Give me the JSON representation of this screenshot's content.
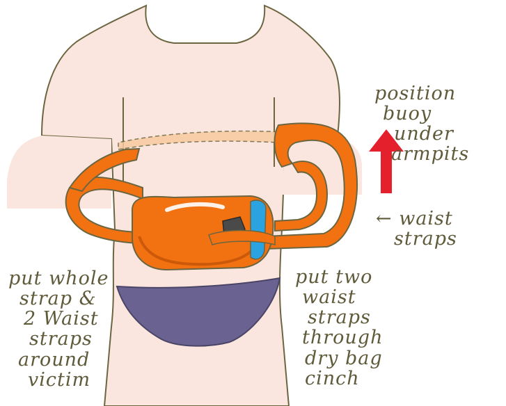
{
  "labels": {
    "position": [
      "position",
      "buoy",
      "under",
      "armpits"
    ],
    "waist": [
      "← waist",
      "straps"
    ],
    "left_note": [
      "put whole",
      "strap &",
      "2 Waist",
      "straps",
      "around",
      "victim"
    ],
    "right_note": [
      "put two",
      "waist",
      "straps",
      "through",
      "dry bag",
      "cinch"
    ]
  },
  "colors": {
    "background": "#ffffff",
    "skin": "#fbe6df",
    "outline": "#6b6540",
    "buoy": "#f27212",
    "buoy_dark": "#b24a05",
    "swimsuit": "#6a6290",
    "arrow": "#e3202b",
    "dry_bag": "#2aa3e0",
    "ink": "#5f5a3a"
  },
  "icons": {
    "arrow": "up-arrow-icon"
  }
}
